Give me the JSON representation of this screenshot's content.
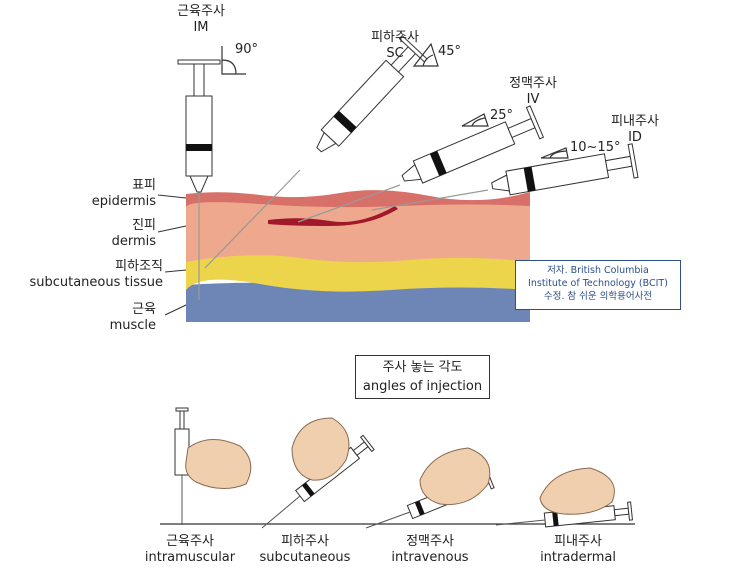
{
  "injections": [
    {
      "ko": "근육주사",
      "en": "IM",
      "angle": "90°"
    },
    {
      "ko": "피하주사",
      "en": "SC",
      "angle": "45°"
    },
    {
      "ko": "정맥주사",
      "en": "IV",
      "angle": "25°"
    },
    {
      "ko": "피내주사",
      "en": "ID",
      "angle": "10~15°"
    }
  ],
  "layers": [
    {
      "ko": "표피",
      "en": "epidermis",
      "color": "#d8706a"
    },
    {
      "ko": "진피",
      "en": "dermis",
      "color": "#eea88e"
    },
    {
      "ko": "피하조직",
      "en": "subcutaneous tissue",
      "color": "#ecd54a"
    },
    {
      "ko": "근육",
      "en": "muscle",
      "color": "#6d86b6"
    }
  ],
  "credit": {
    "line1": "저자. British Columbia",
    "line2": "Institute of Technology (BCIT)",
    "line3": "수정. 참 쉬운 의학용어사전"
  },
  "angles_title": {
    "ko": "주사 놓는 각도",
    "en": "angles of injection"
  },
  "bottom_captions": [
    {
      "ko": "근육주사",
      "en": "intramuscular"
    },
    {
      "ko": "피하주사",
      "en": "subcutaneous"
    },
    {
      "ko": "정맥주사",
      "en": "intravenous"
    },
    {
      "ko": "피내주사",
      "en": "intradermal"
    }
  ],
  "colors": {
    "vein": "#a0182a",
    "syringe_band": "#111111",
    "hand": "#f0cfae",
    "line": "#333333"
  }
}
